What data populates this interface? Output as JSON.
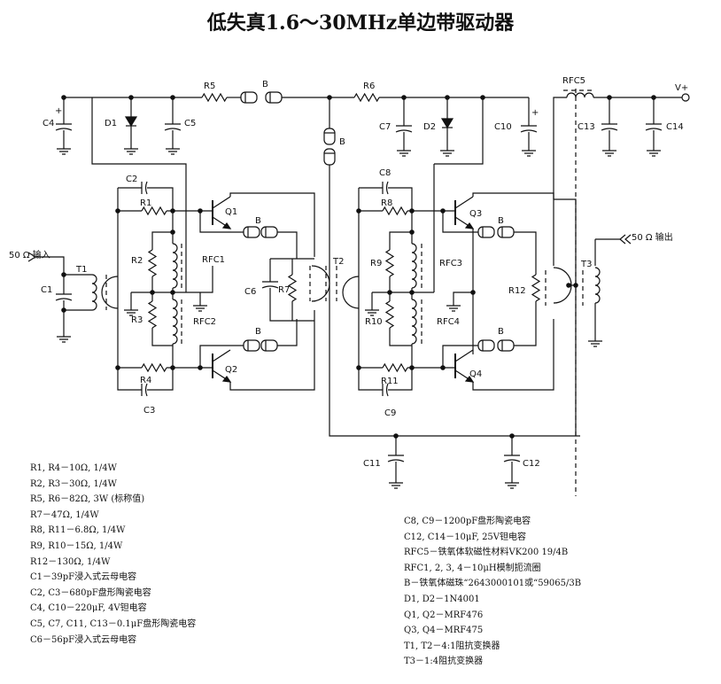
{
  "title": "低失真1.6～30MHz单边带驱动器",
  "labels": {
    "R1": "R1",
    "R2": "R2",
    "R3": "R3",
    "R4": "R4",
    "R5": "R5",
    "R6": "R6",
    "R7": "R7",
    "R8": "R8",
    "R9": "R9",
    "R10": "R10",
    "R11": "R11",
    "R12": "R12",
    "C1": "C1",
    "C2": "C2",
    "C3": "C3",
    "C4": "C4",
    "C5": "C5",
    "C6": "C6",
    "C7": "C7",
    "C8": "C8",
    "C9": "C9",
    "C10": "C10",
    "C11": "C11",
    "C12": "C12",
    "C13": "C13",
    "C14": "C14",
    "D1": "D1",
    "D2": "D2",
    "Q1": "Q1",
    "Q2": "Q2",
    "Q3": "Q3",
    "Q4": "Q4",
    "T1": "T1",
    "T2": "T2",
    "T3": "T3",
    "RFC1": "RFC1",
    "RFC2": "RFC2",
    "RFC3": "RFC3",
    "RFC4": "RFC4",
    "RFC5": "RFC5",
    "B": "B",
    "input": "50 Ω  输入",
    "output": "50 Ω  输出",
    "vplus": "V+",
    "plus": "+"
  },
  "parts_list_left": [
    "R1, R4－10Ω, 1/4W",
    "R2, R3－30Ω, 1/4W",
    "R5, R6－82Ω, 3W (标称值)",
    "R7－47Ω, 1/4W",
    "R8, R11－6.8Ω, 1/4W",
    "R9, R10－15Ω, 1/4W",
    "R12－130Ω, 1/4W",
    "C1－39pF浸入式云母电容",
    "C2, C3－680pF盘形陶瓷电容",
    "C4, C10－220μF, 4V钽电容",
    "C5, C7, C11, C13－0.1μF盘形陶瓷电容",
    "C6－56pF浸入式云母电容"
  ],
  "parts_list_right": [
    "C8, C9－1200pF盘形陶瓷电容",
    "C12, C14－10μF, 25V钽电容",
    "RFC5－铁氧体软磁性材料VK200 19/4B",
    "RFC1, 2, 3, 4－10μH模制扼流圈",
    "B－铁氧体磁珠“2643000101或“59065/3B",
    "D1, D2－1N4001",
    "Q1, Q2－MRF476",
    "Q3, Q4－MRF475",
    "T1, T2－4:1阻抗变换器",
    "T3－1:4阻抗变换器"
  ]
}
